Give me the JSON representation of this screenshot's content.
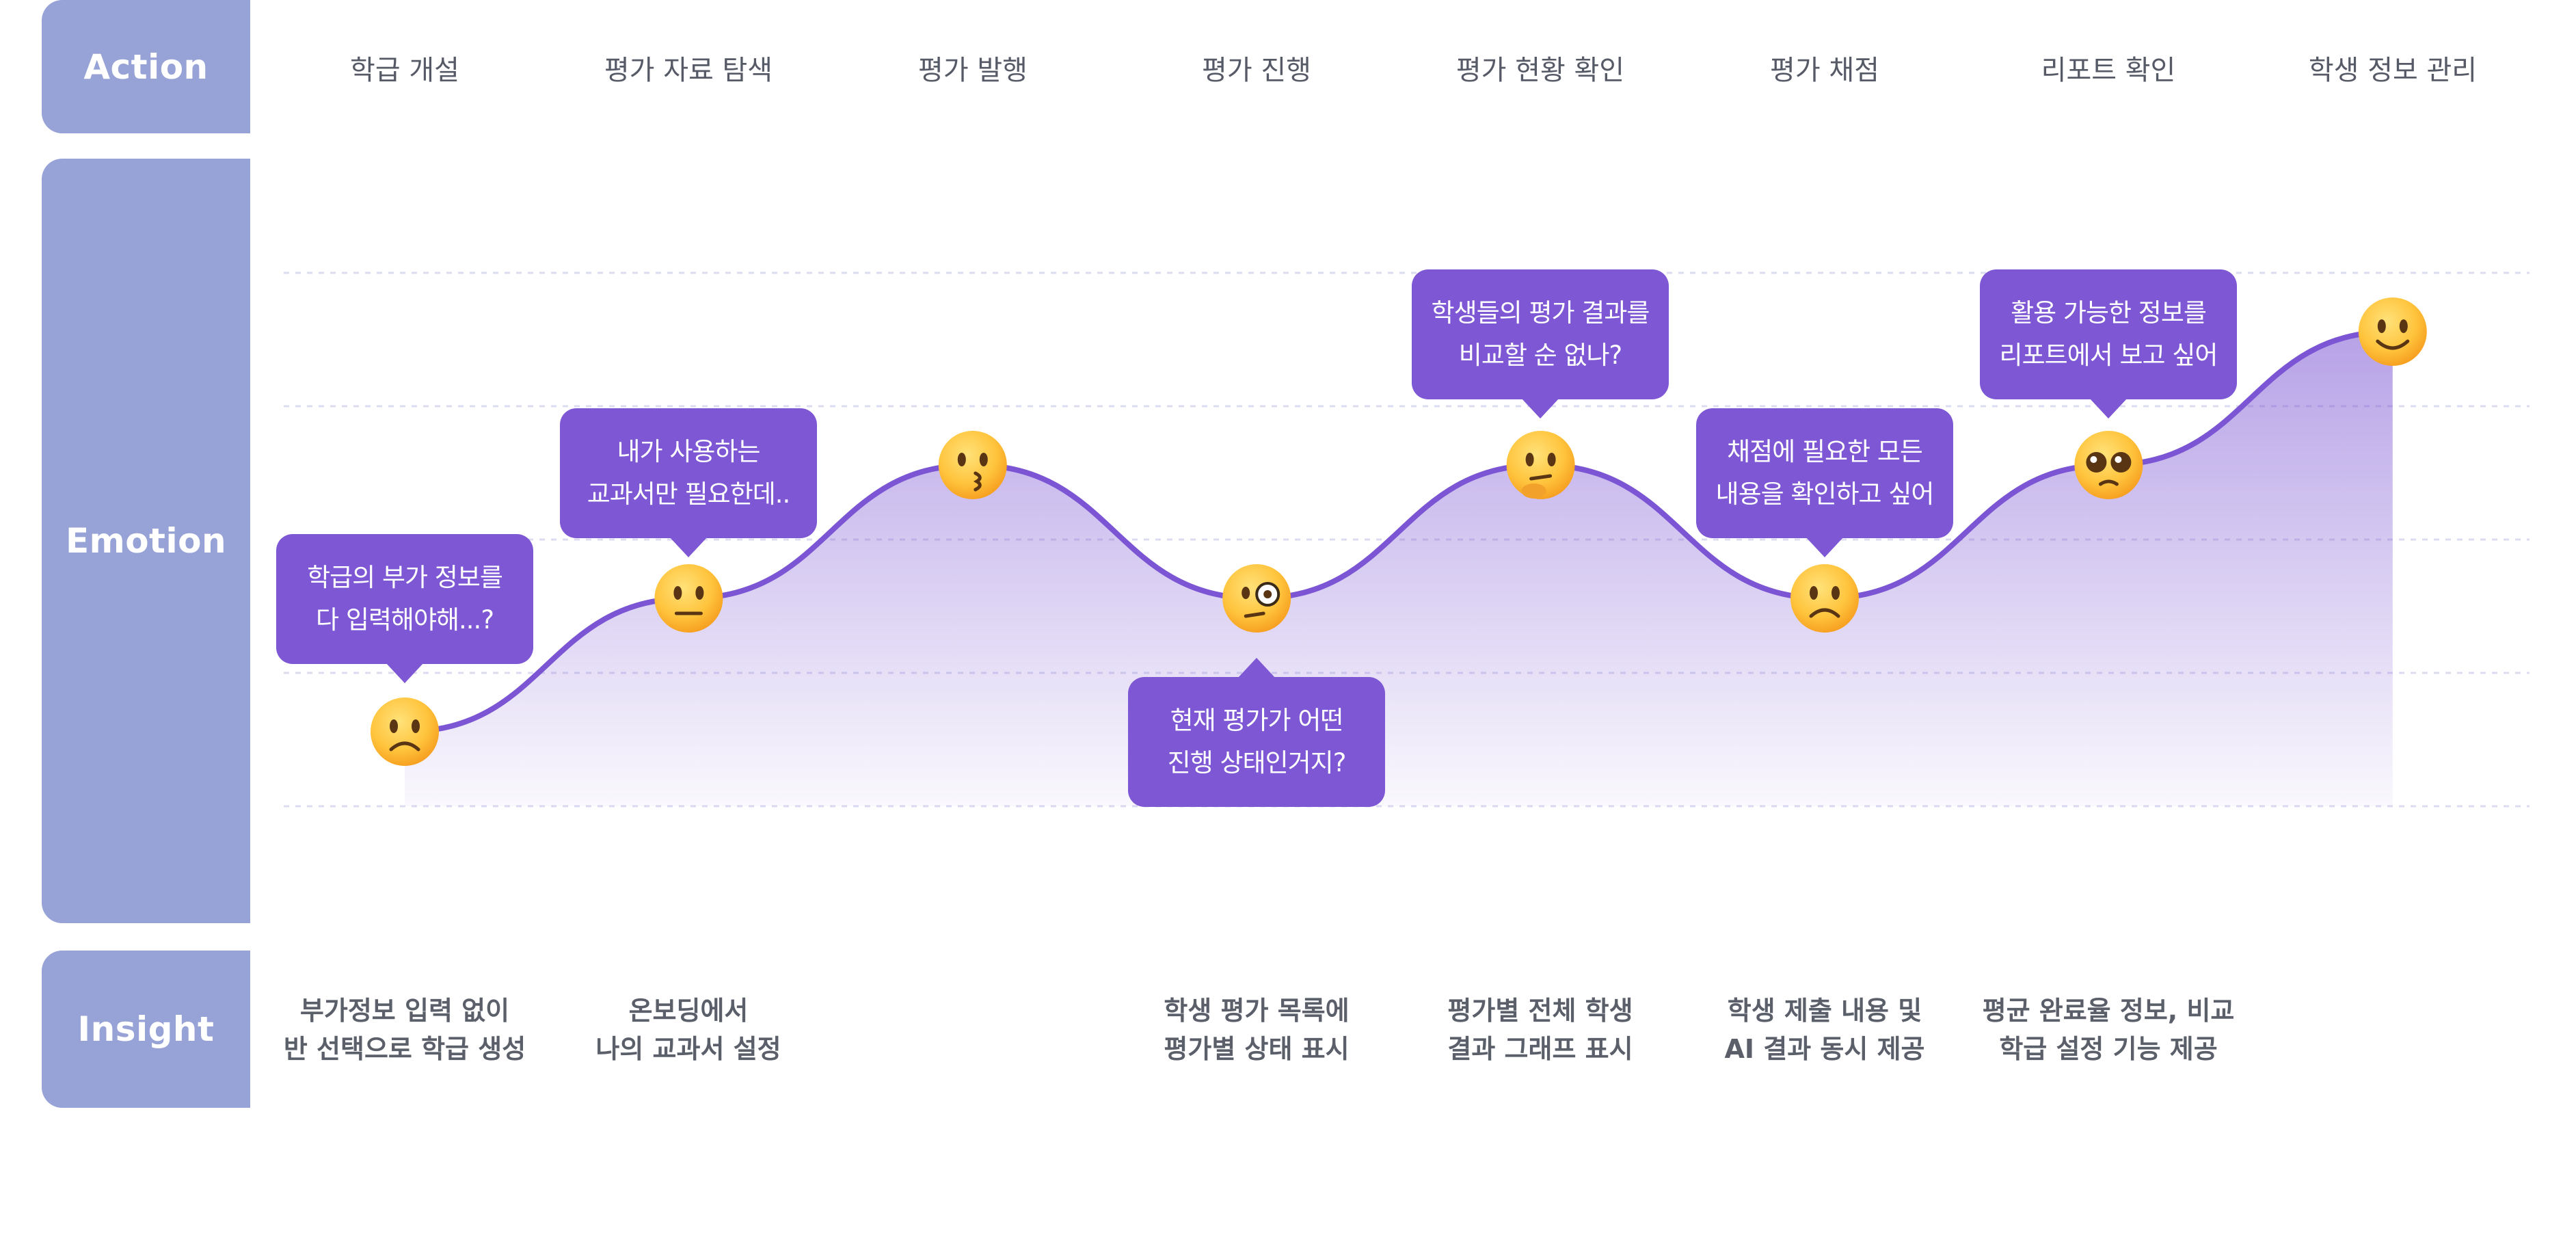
{
  "labels": {
    "action": "Action",
    "emotion": "Emotion",
    "insight": "Insight"
  },
  "actions": [
    "학급 개설",
    "평가 자료 탐색",
    "평가 발행",
    "평가 진행",
    "평가 현황 확인",
    "평가 채점",
    "리포트 확인",
    "학생 정보 관리"
  ],
  "emotion_levels": [
    1,
    2,
    3,
    2,
    3,
    2,
    3,
    4
  ],
  "emotion_faces": [
    "worried-face",
    "neutral-face",
    "kissing-face",
    "face-with-monocle",
    "thinking-face",
    "frowning-face",
    "pleading-face",
    "smiling-face"
  ],
  "bubbles": [
    {
      "line1": "학급의 부가 정보를",
      "line2": "다 입력해야해...?"
    },
    {
      "line1": "내가 사용하는",
      "line2": "교과서만 필요한데.."
    },
    {
      "line1": "현재 평가가 어떤",
      "line2": "진행 상태인거지?"
    },
    {
      "line1": "학생들의 평가 결과를",
      "line2": "비교할 순 없나?"
    },
    {
      "line1": "채점에 필요한 모든",
      "line2": "내용을 확인하고 싶어"
    },
    {
      "line1": "활용 가능한 정보를",
      "line2": "리포트에서 보고 싶어"
    }
  ],
  "insights": [
    {
      "line1": "부가정보 입력 없이",
      "line2": "반 선택으로 학급 생성"
    },
    {
      "line1": "온보딩에서",
      "line2": "나의 교과서 설정"
    },
    {
      "line1": "학생 평가 목록에",
      "line2": "평가별 상태 표시"
    },
    {
      "line1": "평가별 전체 학생",
      "line2": "결과 그래프 표시"
    },
    {
      "line1": "학생 제출 내용 및",
      "line2": "AI 결과 동시 제공"
    },
    {
      "line1": "평균 완료율 정보, 비교",
      "line2": "학급 설정 기능 제공"
    }
  ],
  "colors": {
    "label_bg": "#97a2d6",
    "accent": "#7e57d4",
    "curve": "#7b55d3",
    "grid": "#dcdcf0"
  }
}
